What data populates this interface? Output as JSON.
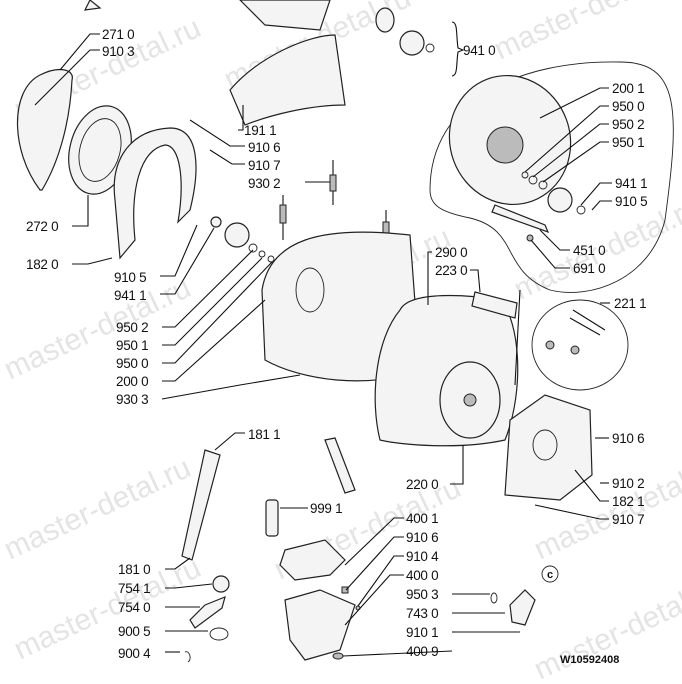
{
  "watermark": "master-detal.ru",
  "drawing_code": "W10592408",
  "callouts": [
    "271 0",
    "910 3",
    "191 1",
    "910 6",
    "910 7",
    "930 2",
    "272 0",
    "182 0",
    "910 5",
    "941 1",
    "950 2",
    "950 1",
    "950 0",
    "200 0",
    "930 3",
    "941 0",
    "200 1",
    "950 0",
    "950 2",
    "950 1",
    "941 1",
    "910 5",
    "451 0",
    "691 0",
    "290 0",
    "223 0",
    "221 1",
    "181 1",
    "220 0",
    "910 6",
    "910 2",
    "182 1",
    "910 7",
    "999 1",
    "400 1",
    "910 6",
    "910 4",
    "400 0",
    "950 3",
    "743 0",
    "910 1",
    "400 9",
    "181 0",
    "754 1",
    "754 0",
    "900 5",
    "900 4"
  ],
  "detail_marker": "c"
}
